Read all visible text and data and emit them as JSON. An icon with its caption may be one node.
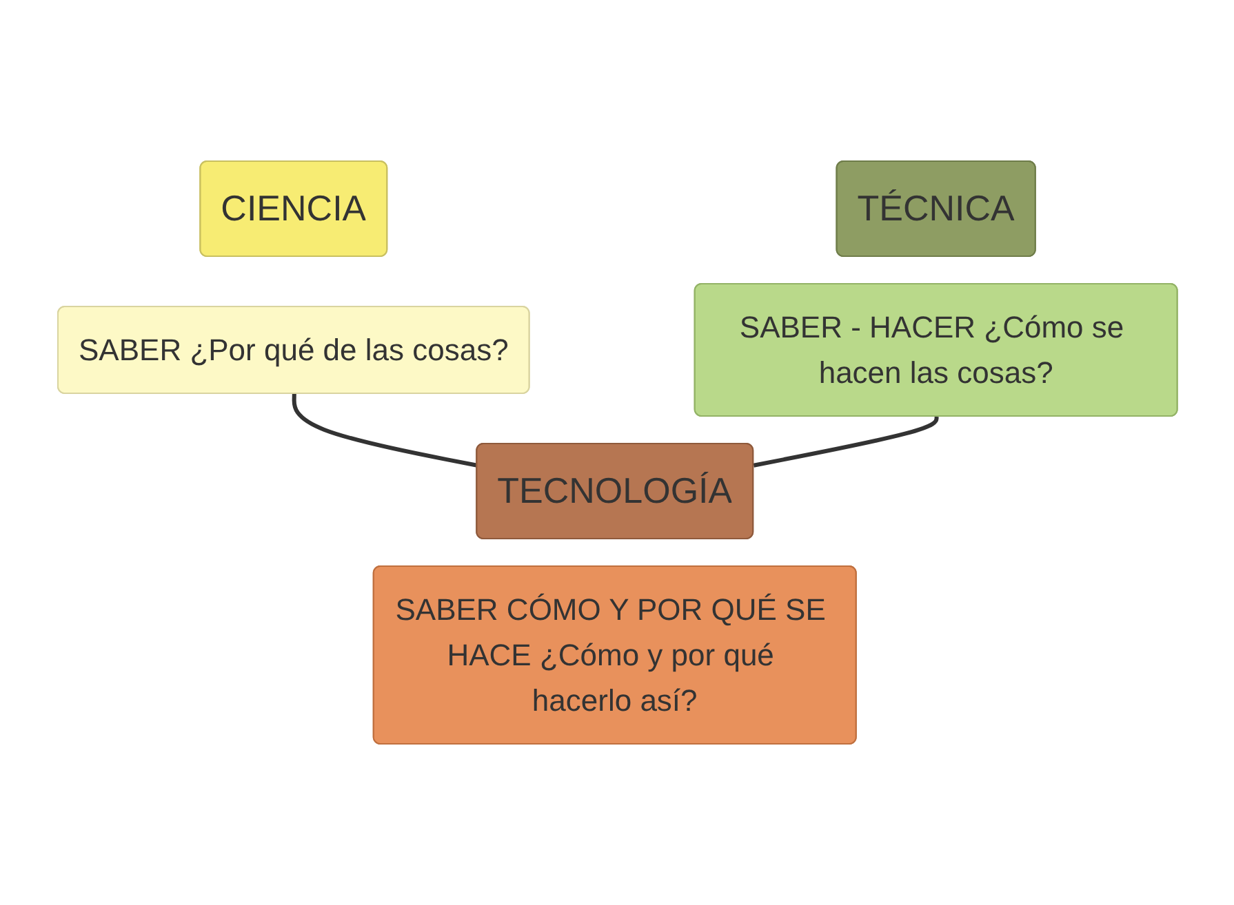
{
  "diagram": {
    "nodes": [
      {
        "text": [
          "CIENCIA"
        ]
      },
      {
        "text": [
          "SABER ¿Por qué de las cosas?"
        ]
      },
      {
        "text": [
          "TÉCNICA"
        ]
      },
      {
        "text": [
          "SABER - HACER ¿Cómo se hacen las cosas?"
        ]
      },
      {
        "text": [
          "TECNOLOGÍA"
        ]
      },
      {
        "text": [
          "SABER CÓMO Y POR QUÉ SE HACE ¿Cómo y por qué hacerlo así?"
        ]
      }
    ],
    "edges": [
      {
        "from": 1,
        "to": 4,
        "arrow": "none"
      },
      {
        "from": 3,
        "to": 4,
        "arrow": "none"
      }
    ]
  }
}
